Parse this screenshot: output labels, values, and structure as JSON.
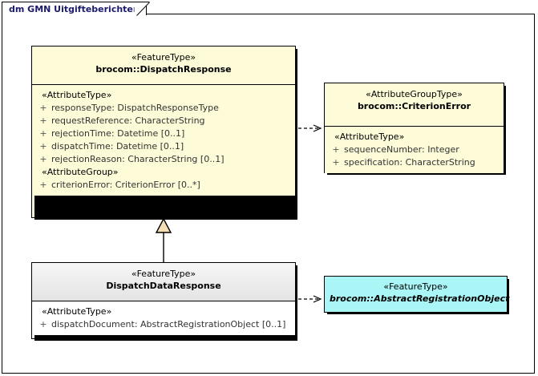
{
  "diagram": {
    "frame_title": "dm GMN Uitgifteberichten",
    "colors": {
      "feature_type_fill": "#fdfbd8",
      "attribute_group_type_fill": "#fdfbd8",
      "subclass_header_fill": "#ececec",
      "abstract_fill": "#aaf5f5",
      "border": "#000000",
      "title_text": "#1a1a6e",
      "generalization_fill": "#f5deb3"
    }
  },
  "classes": {
    "dispatch_response": {
      "stereotype": "«FeatureType»",
      "name": "brocom::DispatchResponse",
      "compartments": [
        {
          "group": "«AttributeType»",
          "attributes": [
            {
              "visibility": "+",
              "text": "responseType: DispatchResponseType"
            },
            {
              "visibility": "+",
              "text": "requestReference: CharacterString"
            },
            {
              "visibility": "+",
              "text": "rejectionTime: Datetime [0..1]"
            },
            {
              "visibility": "+",
              "text": "dispatchTime: Datetime [0..1]"
            },
            {
              "visibility": "+",
              "text": "rejectionReason: CharacterString [0..1]"
            }
          ]
        },
        {
          "group": "«AttributeGroup»",
          "attributes": [
            {
              "visibility": "+",
              "text": "criterionError: CriterionError [0..*]"
            }
          ]
        }
      ]
    },
    "criterion_error": {
      "stereotype": "«AttributeGroupType»",
      "name": "brocom::CriterionError",
      "compartments": [
        {
          "group": "«AttributeType»",
          "attributes": [
            {
              "visibility": "+",
              "text": "sequenceNumber: Integer"
            },
            {
              "visibility": "+",
              "text": "specification: CharacterString"
            }
          ]
        }
      ]
    },
    "dispatch_data_response": {
      "stereotype": "«FeatureType»",
      "name": "DispatchDataResponse",
      "compartments": [
        {
          "group": "«AttributeType»",
          "attributes": [
            {
              "visibility": "+",
              "text": "dispatchDocument: AbstractRegistrationObject [0..1]"
            }
          ]
        }
      ]
    },
    "abstract_registration_object": {
      "stereotype": "«FeatureType»",
      "name": "brocom::AbstractRegistrationObject"
    }
  },
  "connectors": [
    {
      "name": "dependency-dispatchresponse-to-criterionerror",
      "type": "dependency",
      "from": "dispatch_response",
      "to": "criterion_error",
      "style": "dashed-open-arrow"
    },
    {
      "name": "generalization-dispatchdataresponse-to-dispatchresponse",
      "type": "generalization",
      "from": "dispatch_data_response",
      "to": "dispatch_response",
      "style": "solid-hollow-triangle"
    },
    {
      "name": "dependency-dispatchdataresponse-to-abstractregistrationobject",
      "type": "dependency",
      "from": "dispatch_data_response",
      "to": "abstract_registration_object",
      "style": "dashed-open-arrow"
    }
  ]
}
